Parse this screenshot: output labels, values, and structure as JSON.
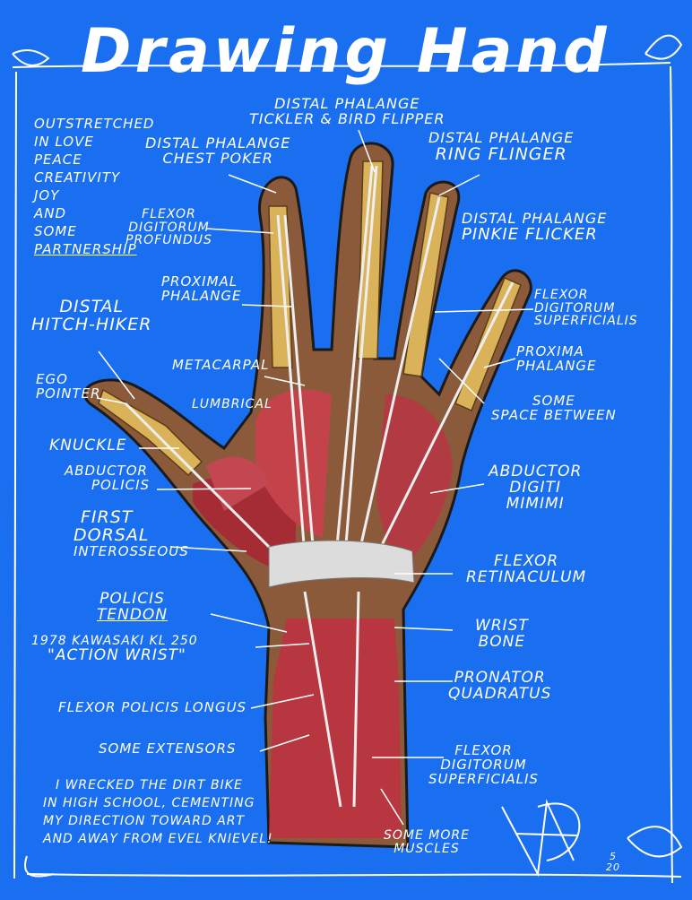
{
  "title": "Drawing Hand",
  "left_notes": [
    "Outstretched",
    "in love",
    "peace",
    "creativity",
    "joy",
    "and",
    "some",
    "partnership"
  ],
  "labels": {
    "distal_tickler": [
      "Distal Phalange",
      "Tickler & Bird Flipper"
    ],
    "distal_chest": [
      "Distal Phalange",
      "Chest Poker"
    ],
    "distal_ring": [
      "Distal Phalange",
      "Ring Flinger"
    ],
    "distal_pinkie": [
      "Distal Phalange",
      "Pinkie Flicker"
    ],
    "flexor_profundus": [
      "Flexor",
      "Digitorum",
      "Profundus"
    ],
    "proximal_phalange": [
      "Proximal",
      "Phalange"
    ],
    "flexor_superficialis_upper": [
      "Flexor",
      "Digitorum",
      "Superficialis"
    ],
    "distal_hitch": [
      "Distal",
      "Hitch-Hiker"
    ],
    "proxima_phalange": [
      "Proxima",
      "Phalange"
    ],
    "metacarpal": "Metacarpal",
    "ego_pointer": [
      "Ego",
      "Pointer"
    ],
    "lumbrical": "Lumbrical",
    "some_space": [
      "Some",
      "Space Between"
    ],
    "knuckle": "Knuckle",
    "abductor_policis": [
      "Abductor",
      "Policis"
    ],
    "abductor_digiti": [
      "Abductor",
      "Digiti",
      "Mimimi"
    ],
    "first_dorsal": [
      "First",
      "Dorsal",
      "Interosseous"
    ],
    "flexor_retinaculum": [
      "Flexor",
      "Retinaculum"
    ],
    "policis_tendon": [
      "Policis",
      "Tendon"
    ],
    "wrist_bone": [
      "Wrist",
      "Bone"
    ],
    "kawasaki": [
      "1978 Kawasaki KL 250",
      "\"Action Wrist\""
    ],
    "pronator": [
      "Pronator",
      "Quadratus"
    ],
    "flexor_policis_longus": "Flexor Policis Longus",
    "some_extensors": "Some Extensors",
    "flexor_superficialis_lower": [
      "Flexor",
      "Digitorum",
      "Superficialis"
    ],
    "story": [
      "I wrecked the dirt bike",
      "in high school, cementing",
      "my direction toward art",
      "and away from Evel Knievel!"
    ],
    "some_more_muscles": [
      "Some more",
      "muscles"
    ],
    "date": [
      "5",
      "20"
    ]
  },
  "colors": {
    "background": "#1a6ef0",
    "skin": "#8a5a3a",
    "muscle": "#b8363f",
    "bone": "#d9b25a",
    "tendon": "#eeeeee"
  }
}
